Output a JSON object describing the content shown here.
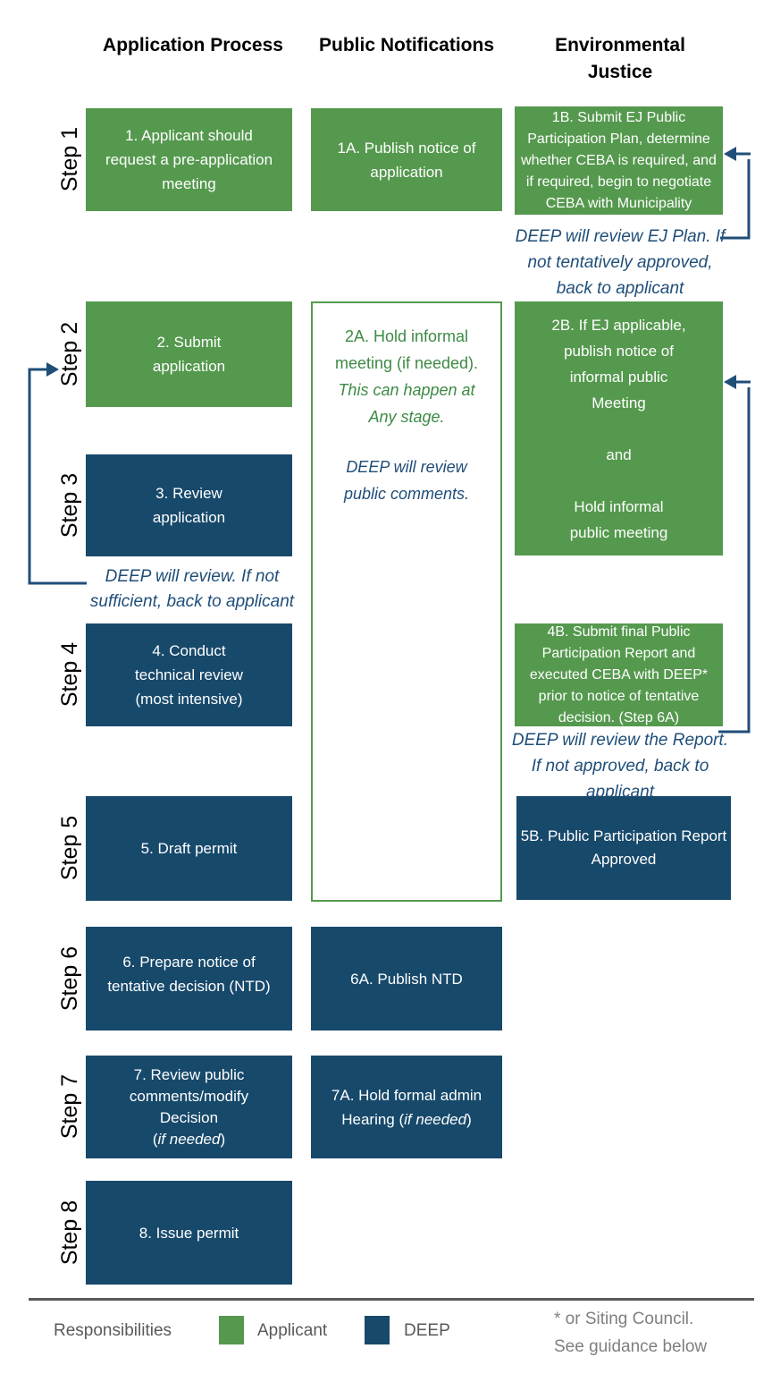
{
  "headers": [
    {
      "lines": [
        "Application",
        "Process"
      ]
    },
    {
      "lines": [
        "Public",
        "Notifications"
      ]
    },
    {
      "lines": [
        "Environmental",
        "Justice"
      ]
    }
  ],
  "step_labels": [
    "Step 1",
    "Step 2",
    "Step 3",
    "Step 4",
    "Step 5",
    "Step 6",
    "Step 7",
    "Step 8"
  ],
  "col1": {
    "box1": {
      "lines": [
        "1. Applicant should",
        "request a pre-application",
        "meeting"
      ]
    },
    "box2": {
      "lines": [
        "2. Submit",
        "application"
      ]
    },
    "box3": {
      "lines": [
        "3. Review",
        "application"
      ]
    },
    "box4": {
      "lines": [
        "4. Conduct",
        "technical review",
        "(most intensive)"
      ]
    },
    "box5": {
      "lines": [
        "5. Draft permit"
      ]
    },
    "box6": {
      "lines": [
        "6. Prepare notice of",
        "tentative decision (NTD)"
      ]
    },
    "box7": {
      "lines": [
        "7. Review public",
        "comments/modify",
        "Decision"
      ],
      "it": {
        "pre": "(",
        "mid": "if needed",
        "post": ")"
      }
    },
    "box8": {
      "lines": [
        "8. Issue permit"
      ]
    }
  },
  "col2": {
    "box1a": {
      "lines": [
        "1A. Publish notice of",
        "application"
      ]
    },
    "panel2a": {
      "green_lines": [
        "2A. Hold informal",
        "meeting (if needed)."
      ],
      "green_italic_lines": [
        "This can happen at",
        "Any stage."
      ],
      "navy_italic_lines": [
        "DEEP will review",
        "public comments."
      ]
    },
    "box6a": {
      "lines": [
        "6A. Publish NTD"
      ]
    },
    "box7a": {
      "line1": "7A. Hold formal admin",
      "line2_pre": "Hearing (",
      "line2_it": "if needed",
      "line2_post": ")"
    }
  },
  "col3": {
    "box1b": {
      "lines": [
        "1B. Submit EJ Public",
        "Participation Plan, determine",
        "whether CEBA is required, and",
        "if required, begin to negotiate",
        "CEBA with Municipality"
      ]
    },
    "box2b": {
      "lines": [
        "2B. If EJ applicable,",
        "publish notice of",
        "informal public",
        "Meeting",
        " ",
        "and",
        " ",
        "Hold informal",
        "public meeting"
      ]
    },
    "box4b": {
      "lines": [
        "4B. Submit final Public",
        "Participation Report and",
        "executed CEBA with DEEP*",
        "prior to notice of tentative",
        "decision. (Step 6A)"
      ]
    },
    "box5b": {
      "lines": [
        "5B. Public Participation Report",
        "Approved"
      ]
    }
  },
  "annotations": {
    "ann1": {
      "lines": [
        "DEEP will review EJ Plan. If",
        "not tentatively approved,",
        "back to applicant"
      ]
    },
    "ann2": {
      "lines": [
        "DEEP will review. If not",
        "sufficient, back to applicant"
      ]
    },
    "ann3": {
      "lines": [
        "DEEP will review the Report.",
        "If not approved, back to",
        "applicant"
      ]
    }
  },
  "legend": {
    "title": "Responsibilities",
    "items": [
      {
        "label": "Applicant",
        "color": "#55994E"
      },
      {
        "label": "DEEP",
        "color": "#17496B"
      }
    ],
    "note_lines": [
      "* or Siting Council.",
      "See guidance below"
    ]
  },
  "colors": {
    "applicant_green": "#55994E",
    "deep_navy": "#17496B",
    "annotation_navy": "#1F4E79",
    "divider_gray": "#595959",
    "legend_text_gray": "#595959",
    "note_gray": "#7F7F7F"
  }
}
